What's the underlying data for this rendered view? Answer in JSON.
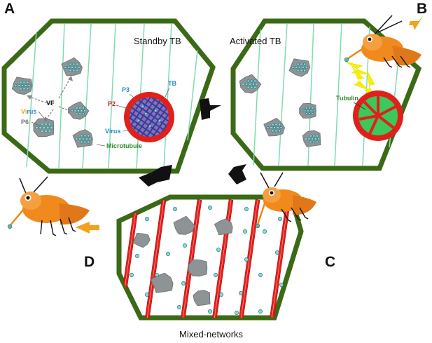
{
  "panels": {
    "a": {
      "letter": "A",
      "caption": "Standby TB"
    },
    "b": {
      "letter": "B",
      "caption": "Activated TB"
    },
    "c": {
      "letter": "C"
    },
    "d": {
      "letter": "D",
      "caption": "Mixed-networks"
    }
  },
  "labels": {
    "vf": "VF",
    "virus_vi": "Vi",
    "virus_rus": "rus",
    "p6": "P6",
    "p3": "P3",
    "tb": "TB",
    "p2": "P2",
    "virus2": "Virus",
    "microtubule": "Microtubule",
    "tubulin": "Tubulin"
  },
  "colors": {
    "cell_wall": "#3b6a16",
    "microtubule": "#7fdcae",
    "tb_red": "#e0201a",
    "tb_mesh": "#4a5bb0",
    "tubulin_green": "#3cc85a",
    "vector_orange": "#f08a1c",
    "arrow_orange": "#f5a020",
    "lightning": "#f7f000",
    "p2_label": "#d01818",
    "p3_label": "#2a86c8",
    "virus_label_a": "#e8a800",
    "virus_label_b": "#2a86c8",
    "microtubule_label": "#2a8a2a",
    "tubulin_label": "#2a8a2a"
  }
}
